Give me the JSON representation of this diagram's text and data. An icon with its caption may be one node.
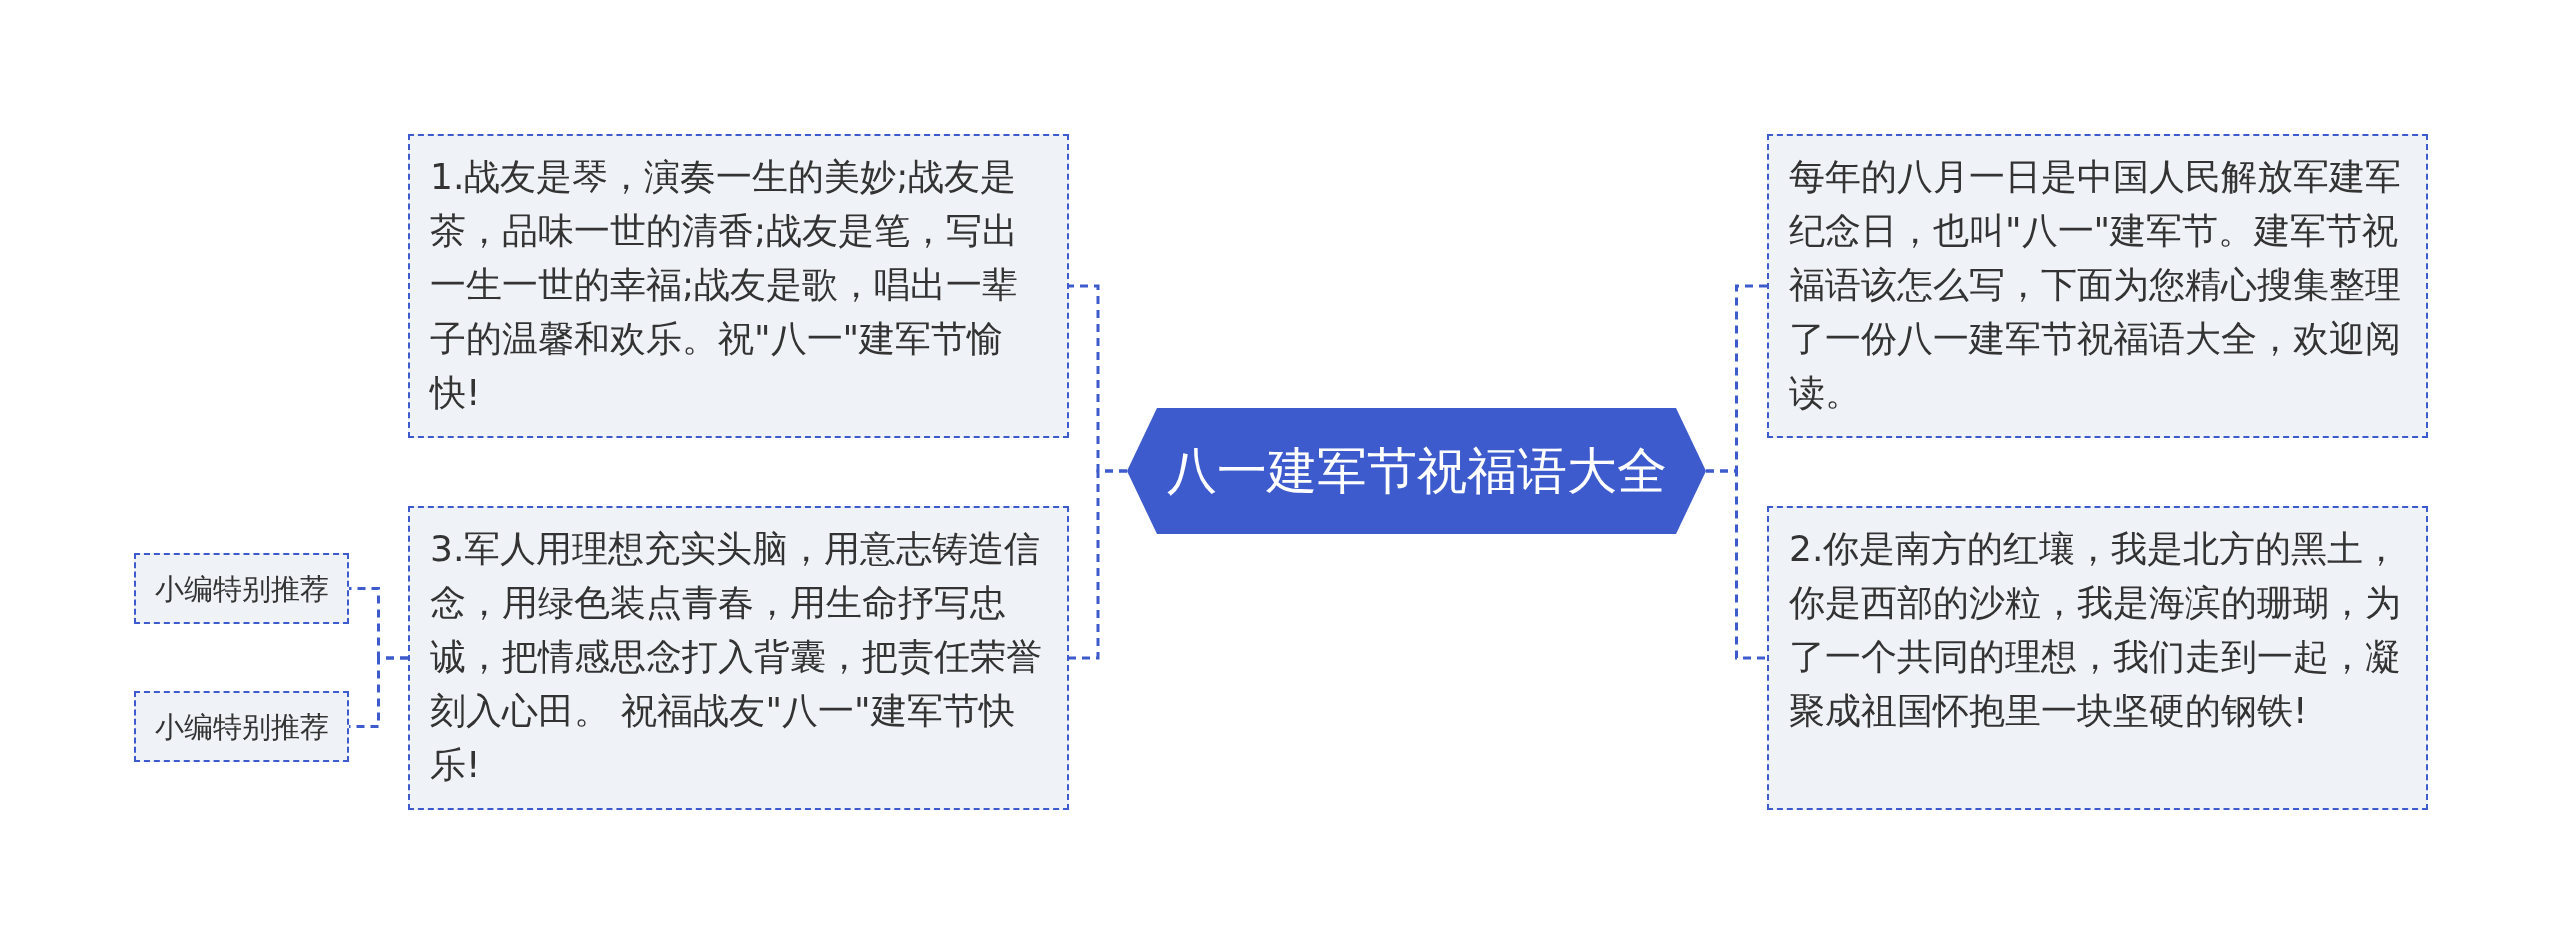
{
  "diagram": {
    "nodes": [
      {
        "text": [
          "八一建军节祝福语大全"
        ]
      },
      {
        "text": [
          "1.战友是琴，演奏一生的美妙;战友是茶，品味一世的清香;战友是笔，写出一生一世的幸福;战友是歌，唱出一辈子的温馨和欢乐。祝\"八一\"建军节愉快!"
        ]
      },
      {
        "text": [
          "3.军人用理想充实头脑，用意志铸造信念，用绿色装点青春，用生命抒写忠诚，把情感思念打入背囊，把责任荣誉刻入心田。 祝福战友\"八一\"建军节快乐!"
        ]
      },
      {
        "text": [
          "小编特别推荐"
        ]
      },
      {
        "text": [
          "小编特别推荐"
        ]
      },
      {
        "text": [
          "每年的八月一日是中国人民解放军建军纪念日，也叫\"八一\"建军节。建军节祝福语该怎么写，下面为您精心搜集整理了一份八一建军节祝福语大全，欢迎阅读。"
        ]
      },
      {
        "text": [
          "2.你是南方的红壤，我是北方的黑土，你是西部的沙粒，我是海滨的珊瑚，为了一个共同的理想，我们走到一起，凝聚成祖国怀抱里一块坚硬的钢铁!"
        ]
      }
    ],
    "edges": [
      {
        "from": 0,
        "to": 1,
        "arrow": "none"
      },
      {
        "from": 0,
        "to": 2,
        "arrow": "none"
      },
      {
        "from": 2,
        "to": 3,
        "arrow": "none"
      },
      {
        "from": 2,
        "to": 4,
        "arrow": "none"
      },
      {
        "from": 0,
        "to": 5,
        "arrow": "none"
      },
      {
        "from": 0,
        "to": 6,
        "arrow": "none"
      }
    ]
  }
}
